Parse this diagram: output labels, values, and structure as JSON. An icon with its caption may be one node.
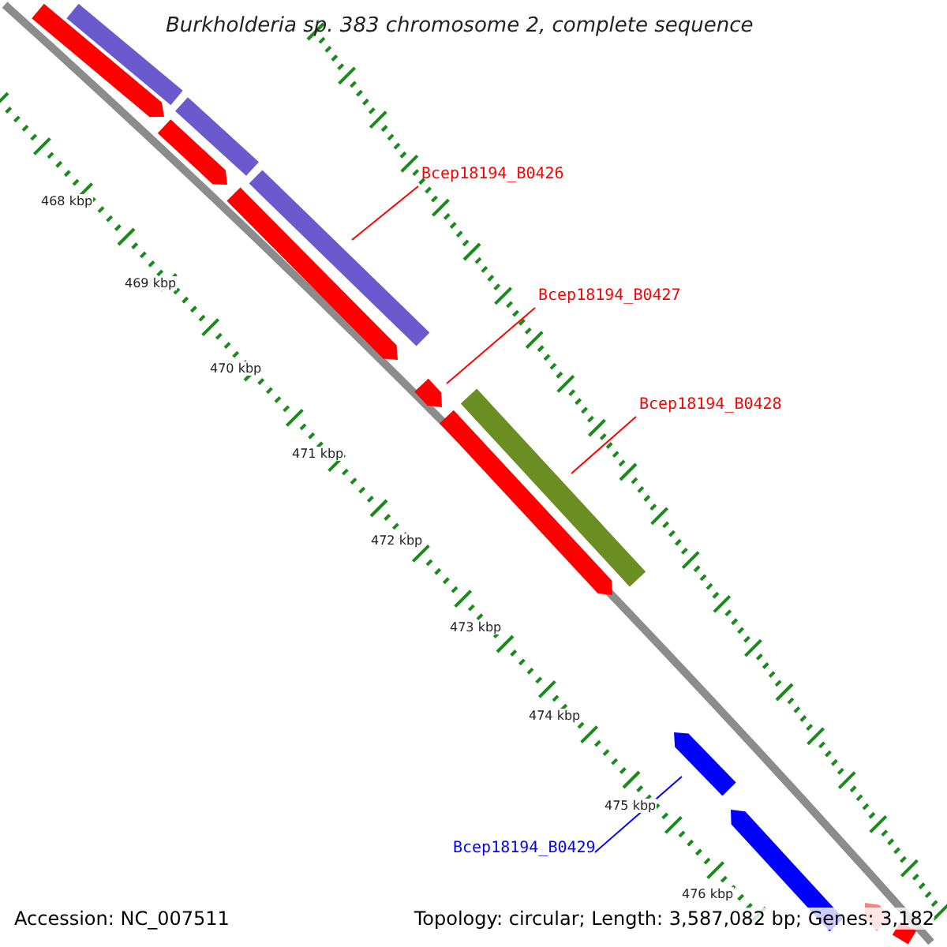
{
  "diagram": {
    "title": "Burkholderia sp. 383 chromosome 2, complete sequence",
    "nodes": [
      {
        "text": [
          "Bcep18194_B0426"
        ]
      },
      {
        "text": [
          "Bcep18194_B0427"
        ]
      },
      {
        "text": [
          "Bcep18194_B0428"
        ]
      },
      {
        "text": [
          "Bcep18194_B0429"
        ]
      },
      {
        "text": [],
        "shape": "bar"
      },
      {
        "text": [],
        "shape": "arrow"
      },
      {
        "text": [],
        "shape": "bar"
      },
      {
        "text": [],
        "shape": "arrow"
      },
      {
        "text": [],
        "shape": "bar"
      },
      {
        "text": [],
        "shape": "bar"
      },
      {
        "text": [],
        "shape": "arrow"
      },
      {
        "text": [],
        "shape": "arrow"
      },
      {
        "text": [],
        "shape": "arrow"
      },
      {
        "text": [],
        "shape": "arrow"
      },
      {
        "text": [],
        "shape": "arrow"
      },
      {
        "text": [],
        "shape": "arrow"
      },
      {
        "text": [],
        "shape": "bar"
      }
    ],
    "edges": [
      {
        "from": 0,
        "to": 4,
        "arrow": "none"
      },
      {
        "from": 1,
        "to": 5,
        "arrow": "none"
      },
      {
        "from": 2,
        "to": 6,
        "arrow": "none"
      },
      {
        "from": 3,
        "to": 7,
        "arrow": "none",
        "color": "#0000ff"
      }
    ],
    "labels": [
      "468 kbp",
      "469 kbp",
      "470 kbp",
      "471 kbp",
      "472 kbp",
      "473 kbp",
      "474 kbp",
      "475 kbp",
      "476 kbp",
      "Accession: NC_007511",
      "Topology: circular; Length: 3,587,082 bp; Genes: 3,182"
    ]
  }
}
